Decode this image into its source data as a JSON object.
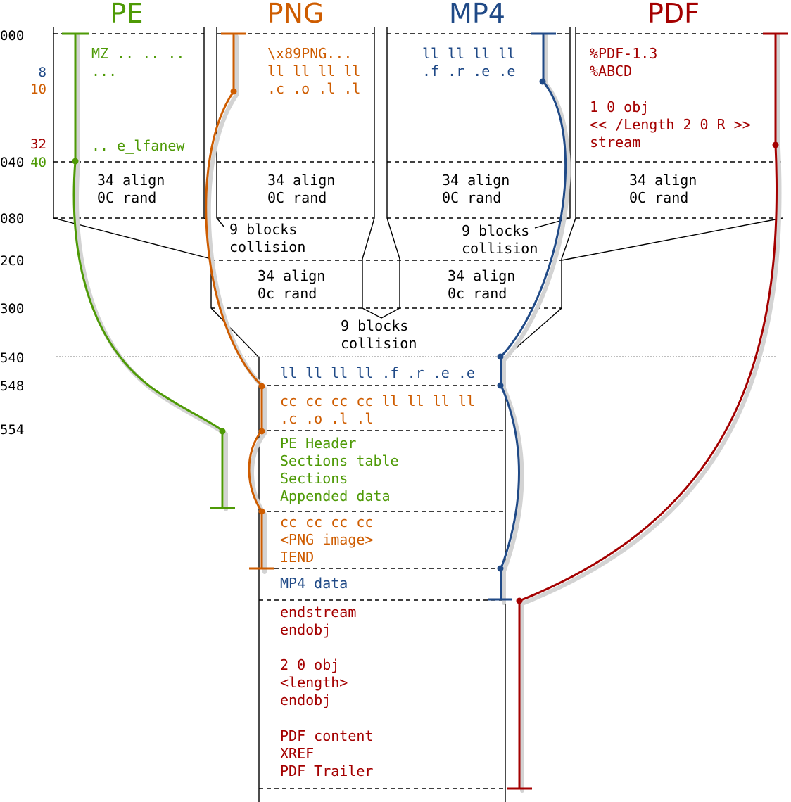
{
  "colors": {
    "pe": "#4e9a06",
    "png": "#ce5c00",
    "mp4": "#204a87",
    "pdf": "#a40000",
    "text": "#000000",
    "shadow": "#d3d3d3"
  },
  "titles": {
    "pe": "PE",
    "png": "PNG",
    "mp4": "MP4",
    "pdf": "PDF"
  },
  "offsets": {
    "o000": "000",
    "o040": "040",
    "o080": "080",
    "o2c0": "2C0",
    "o300": "300",
    "o540": "540",
    "o548": "548",
    "o554": "554",
    "o8": "8",
    "o10": "10",
    "o32": "32",
    "o40": "40"
  },
  "pe_header": {
    "line1": "MZ .. .. ..",
    "line2": "...",
    "line3": ".. e_lfanew"
  },
  "png_header": {
    "line1": "\\x89PNG...",
    "line2": "ll ll ll ll",
    "line3": ".c .o .l .l"
  },
  "mp4_header": {
    "line1": "ll ll ll ll",
    "line2": ".f .r .e .e"
  },
  "pdf_header": {
    "line1": "%PDF-1.3",
    "line2": "%ABCD",
    "line3": "1 0 obj",
    "line4": "<< /Length 2 0 R >>",
    "line5": "stream"
  },
  "align_block": {
    "line1": "34 align",
    "line2": "0C rand"
  },
  "align_block2": {
    "line1": "34 align",
    "line2": "0c rand"
  },
  "collision": {
    "line1": "9 blocks",
    "line2": "collision"
  },
  "merged": {
    "mp4_line": "ll ll ll ll .f .r .e .e",
    "png_line1": "cc cc cc cc ll ll ll ll",
    "png_line2": ".c .o .l .l",
    "pe_lines": [
      "PE Header",
      "Sections table",
      "Sections",
      "Appended data"
    ],
    "png_lines": [
      "cc cc cc cc",
      "<PNG image>",
      "IEND"
    ],
    "mp4_data": "MP4 data",
    "pdf_lines": [
      "endstream",
      "endobj",
      "2 0 obj",
      "<length>",
      "endobj",
      "PDF content",
      "XREF",
      "PDF Trailer"
    ]
  }
}
